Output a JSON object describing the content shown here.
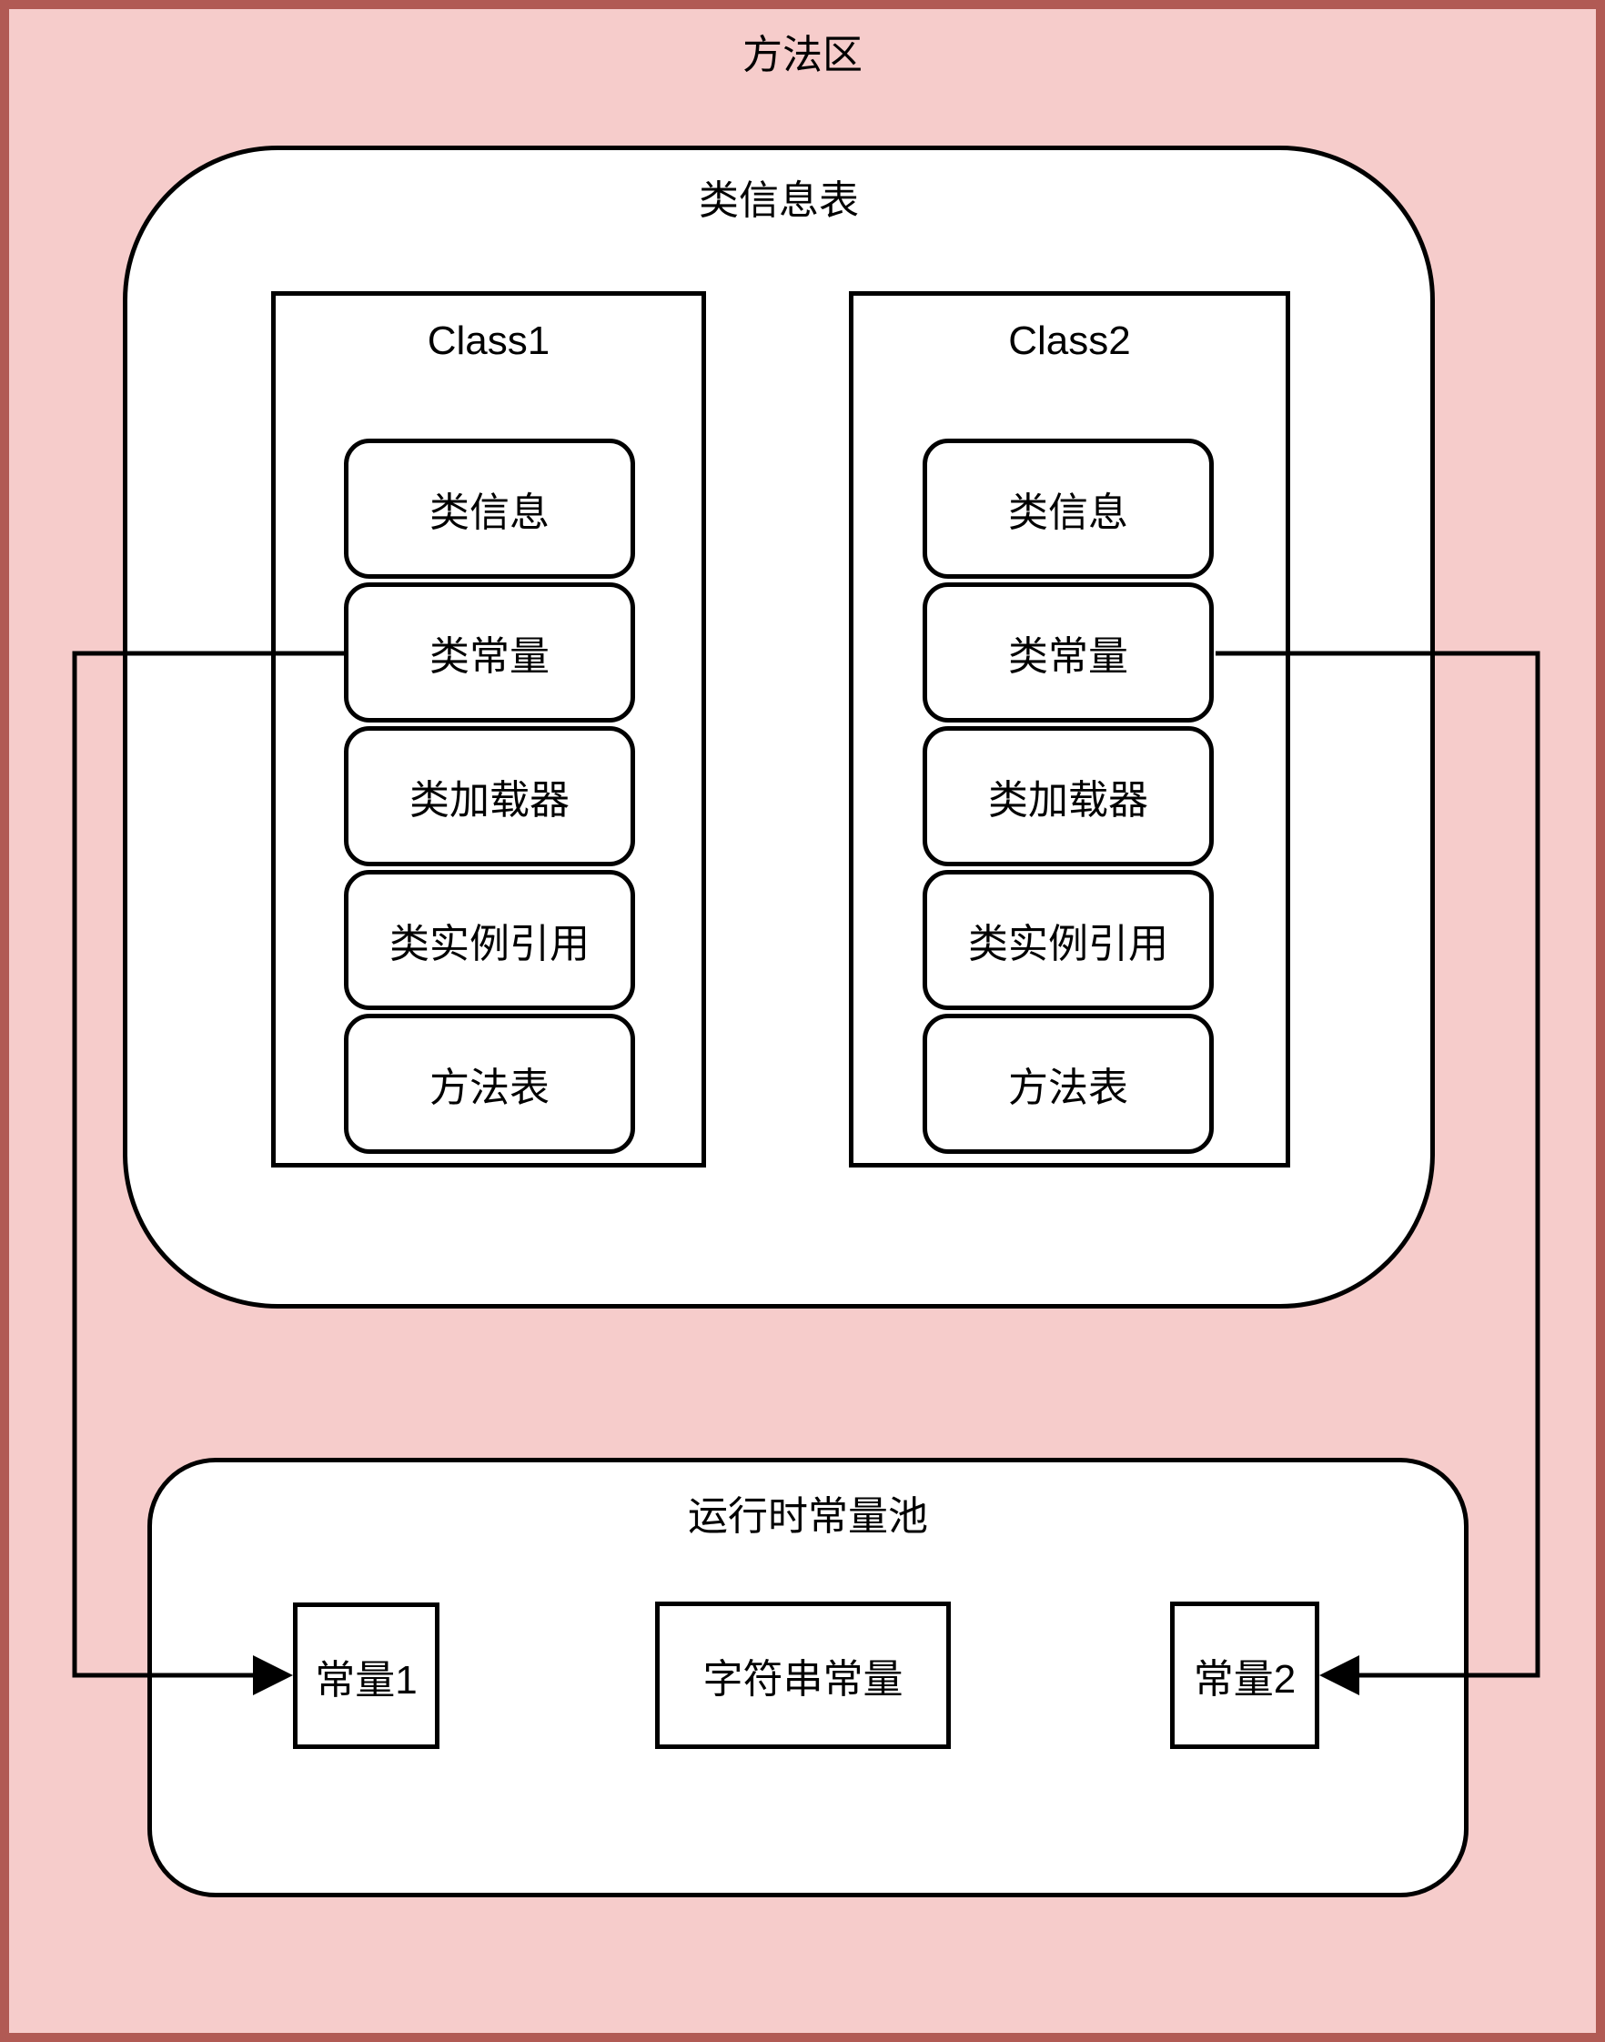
{
  "page": {
    "title": "方法区"
  },
  "class_info_table": {
    "title": "类信息表",
    "classes": [
      {
        "name": "Class1",
        "slots": [
          "类信息",
          "类常量",
          "类加载器",
          "类实例引用",
          "方法表"
        ]
      },
      {
        "name": "Class2",
        "slots": [
          "类信息",
          "类常量",
          "类加载器",
          "类实例引用",
          "方法表"
        ]
      }
    ]
  },
  "runtime_constant_pool": {
    "title": "运行时常量池",
    "constants": [
      "常量1",
      "字符串常量",
      "常量2"
    ]
  },
  "colors": {
    "canvas_fill": "#f6cccb",
    "canvas_border": "#b15a54",
    "box_fill": "#ffffff",
    "line_color": "#000000"
  }
}
